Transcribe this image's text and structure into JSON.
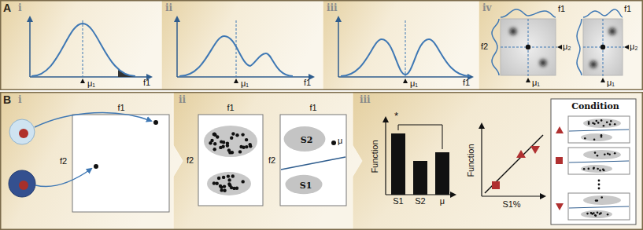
{
  "diagram": {
    "nodes": [
      {
        "text": [
          "A"
        ]
      },
      {
        "text": [
          "i"
        ],
        "in": 0
      },
      {
        "text": [
          "ii"
        ],
        "in": 0
      },
      {
        "text": [
          "iii"
        ],
        "in": 0
      },
      {
        "text": [
          "iv"
        ],
        "in": 0
      },
      {
        "text": [
          "B"
        ]
      },
      {
        "text": [
          "i"
        ],
        "in": 5
      },
      {
        "text": [
          "ii"
        ],
        "in": 5
      },
      {
        "text": [
          "iii"
        ],
        "in": 5
      },
      {
        "text": [
          "S2"
        ],
        "in": 7
      },
      {
        "text": [
          "S1"
        ],
        "in": 7
      },
      {
        "text": [
          "Condition"
        ],
        "in": 8
      }
    ],
    "labels": [
      "f1",
      "μ₁",
      "f1",
      "μ₁",
      "f1",
      "μ₁",
      "f1",
      "f2",
      "μ₂",
      "μ₁",
      "f1",
      "μ₂",
      "μ₁",
      "f1",
      "f2",
      "f1",
      "f2",
      "f1",
      "f2",
      "μ",
      "*",
      "Function",
      "S1",
      "S2",
      "μ",
      "Function",
      "S1%"
    ]
  }
}
